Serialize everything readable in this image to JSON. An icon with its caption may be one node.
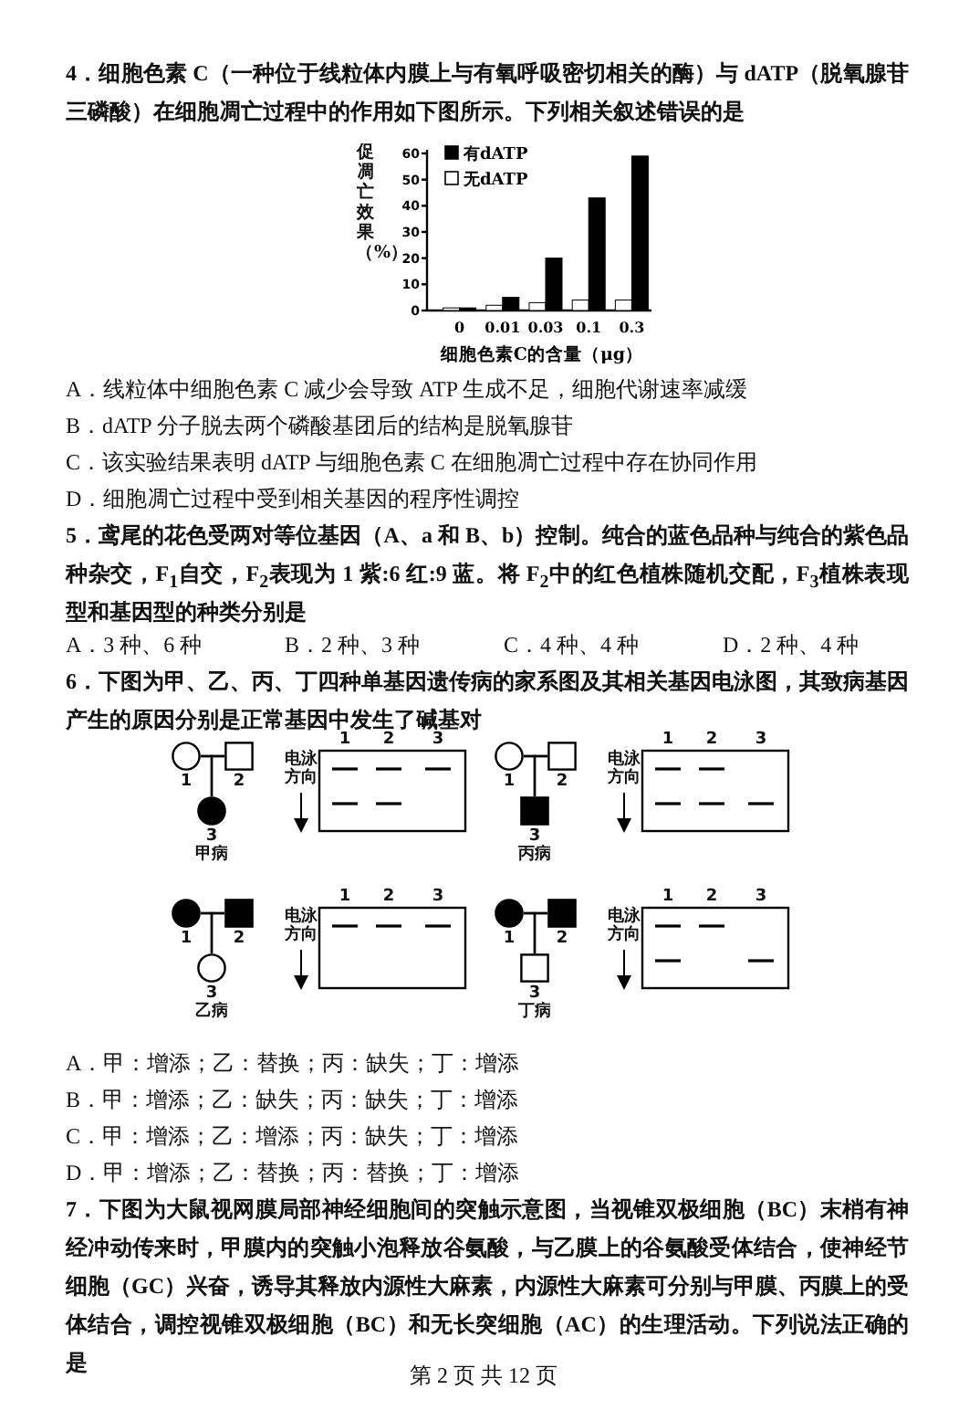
{
  "diagram": {
    "nodes": [
      {
        "text": [],
        "shape": "circle",
        "beside": [
          "1"
        ]
      },
      {
        "text": [],
        "shape": "box",
        "beside": [
          "2"
        ]
      },
      {
        "text": [],
        "shape": "circle",
        "beside": [
          "3"
        ]
      },
      {
        "text": [],
        "shape": "circle",
        "beside": [
          "1"
        ]
      },
      {
        "text": [],
        "shape": "box",
        "beside": [
          "2"
        ]
      },
      {
        "text": [],
        "shape": "box",
        "beside": [
          "3"
        ]
      },
      {
        "text": [],
        "shape": "circle",
        "beside": [
          "1"
        ]
      },
      {
        "text": [],
        "shape": "box",
        "beside": [
          "2"
        ]
      },
      {
        "text": [],
        "shape": "circle",
        "beside": [
          "3"
        ]
      },
      {
        "text": [],
        "shape": "circle",
        "beside": [
          "1"
        ]
      },
      {
        "text": [],
        "shape": "box",
        "beside": [
          "2"
        ]
      },
      {
        "text": [],
        "shape": "box",
        "beside": [
          "3"
        ]
      }
    ],
    "edges": [
      {
        "from": 0,
        "to": 1,
        "arrow": "none"
      },
      {
        "from": 0,
        "to": 2,
        "arrow": "none"
      },
      {
        "from": 1,
        "to": 2,
        "arrow": "none"
      },
      {
        "from": 3,
        "to": 4,
        "arrow": "none"
      },
      {
        "from": 3,
        "to": 5,
        "arrow": "none"
      },
      {
        "from": 4,
        "to": 5,
        "arrow": "none"
      },
      {
        "from": 6,
        "to": 7,
        "arrow": "none"
      },
      {
        "from": 6,
        "to": 8,
        "arrow": "none"
      },
      {
        "from": 7,
        "to": 8,
        "arrow": "none"
      },
      {
        "from": 9,
        "to": 10,
        "arrow": "none"
      },
      {
        "from": 9,
        "to": 11,
        "arrow": "none"
      },
      {
        "from": 10,
        "to": 11,
        "arrow": "none"
      }
    ],
    "labels": [
      "4．细胞色素 C（一种位于线粒体内膜上与有氧呼吸密切相关的酶）与 dATP（脱氧腺苷三磷酸）在细胞凋亡过程中的作用如下图所示。下列相关叙述错误的是",
      "A．线粒体中细胞色素 C 减少会导致 ATP 生成不足，细胞代谢速率减缓",
      "B．dATP 分子脱去两个磷酸基团后的结构是脱氧腺苷",
      "C．该实验结果表明 dATP 与细胞色素 C 在细胞凋亡过程中存在协同作用",
      "D．细胞凋亡过程中受到相关基因的程序性调控",
      "5．鸢尾的花色受两对等位基因（A、a 和 B、b）控制。纯合的蓝色品种与纯合的紫色品种杂交，F$_{1}$自交，F$_{2}$表现为 1 紫:6 红:9 蓝。将 F$_{2}$中的红色植株随机交配，F$_{3}$植株表现型和基因型的种类分别是",
      "A．3 种、6 种",
      "B．2 种、3 种",
      "C．4 种、4 种",
      "D．2 种、4 种",
      "6．下图为甲、乙、丙、丁四种单基因遗传病的家系图及其相关基因电泳图，其致病基因产生的原因分别是正常基因中发生了碱基对",
      "1",
      "2",
      "3",
      "电泳方向",
      "甲病",
      "1",
      "2",
      "3",
      "电泳方向",
      "丙病",
      "1",
      "2",
      "3",
      "电泳方向",
      "乙病",
      "1",
      "2",
      "3",
      "电泳方向",
      "丁病",
      "A．甲：增添；乙：替换；丙：缺失；丁：增添",
      "B．甲：增添；乙：缺失；丙：缺失；丁：增添",
      "C．甲：增添；乙：增添；丙：缺失；丁：增添",
      "D．甲：增添；乙：替换；丙：替换；丁：增添",
      "7．下图为大鼠视网膜局部神经细胞间的突触示意图，当视锥双极细胞（BC）末梢有神经冲动传来时，甲膜内的突触小泡释放谷氨酸，与乙膜上的谷氨酸受体结合，使神经节细胞（GC）兴奋，诱导其释放内源性大麻素，内源性大麻素可分别与甲膜、丙膜上的受体结合，调控视锥双极细胞（BC）和无长突细胞（AC）的生理活动。下列说法正确的是",
      "第 2 页 共 12 页"
    ],
    "chart_data": {
      "type": "bar",
      "xlabel": "细胞色素C的含量（μg）",
      "ylabel": "促凋亡效果（%）",
      "categories": [
        "0",
        "0.01",
        "0.03",
        "0.1",
        "0.3"
      ],
      "series": [
        {
          "name": "无dATP",
          "color": "#ffffff",
          "values": [
            1,
            2,
            3,
            4,
            4
          ]
        },
        {
          "name": "有dATP",
          "color": "#000000",
          "values": [
            1,
            5,
            20,
            43,
            59
          ]
        }
      ],
      "legend": "upper left",
      "ylim": [
        0,
        60
      ],
      "yticks": [
        0,
        10,
        20,
        30,
        40,
        50,
        60
      ]
    }
  }
}
